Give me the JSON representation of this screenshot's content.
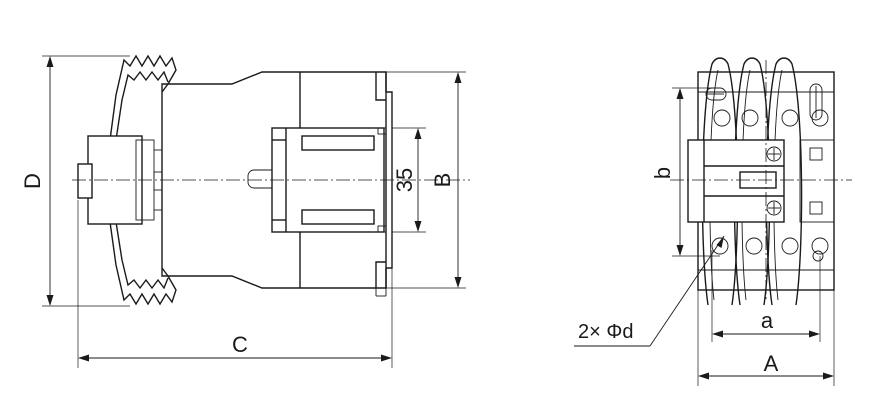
{
  "diagram": {
    "side_view": {
      "dimensions": {
        "height_outer": "D",
        "length": "C",
        "height_body": "B",
        "rail_width": "35"
      }
    },
    "front_view": {
      "dimensions": {
        "mount_height": "b",
        "mount_width": "a",
        "width": "A",
        "holes": "2× Φd"
      }
    }
  }
}
